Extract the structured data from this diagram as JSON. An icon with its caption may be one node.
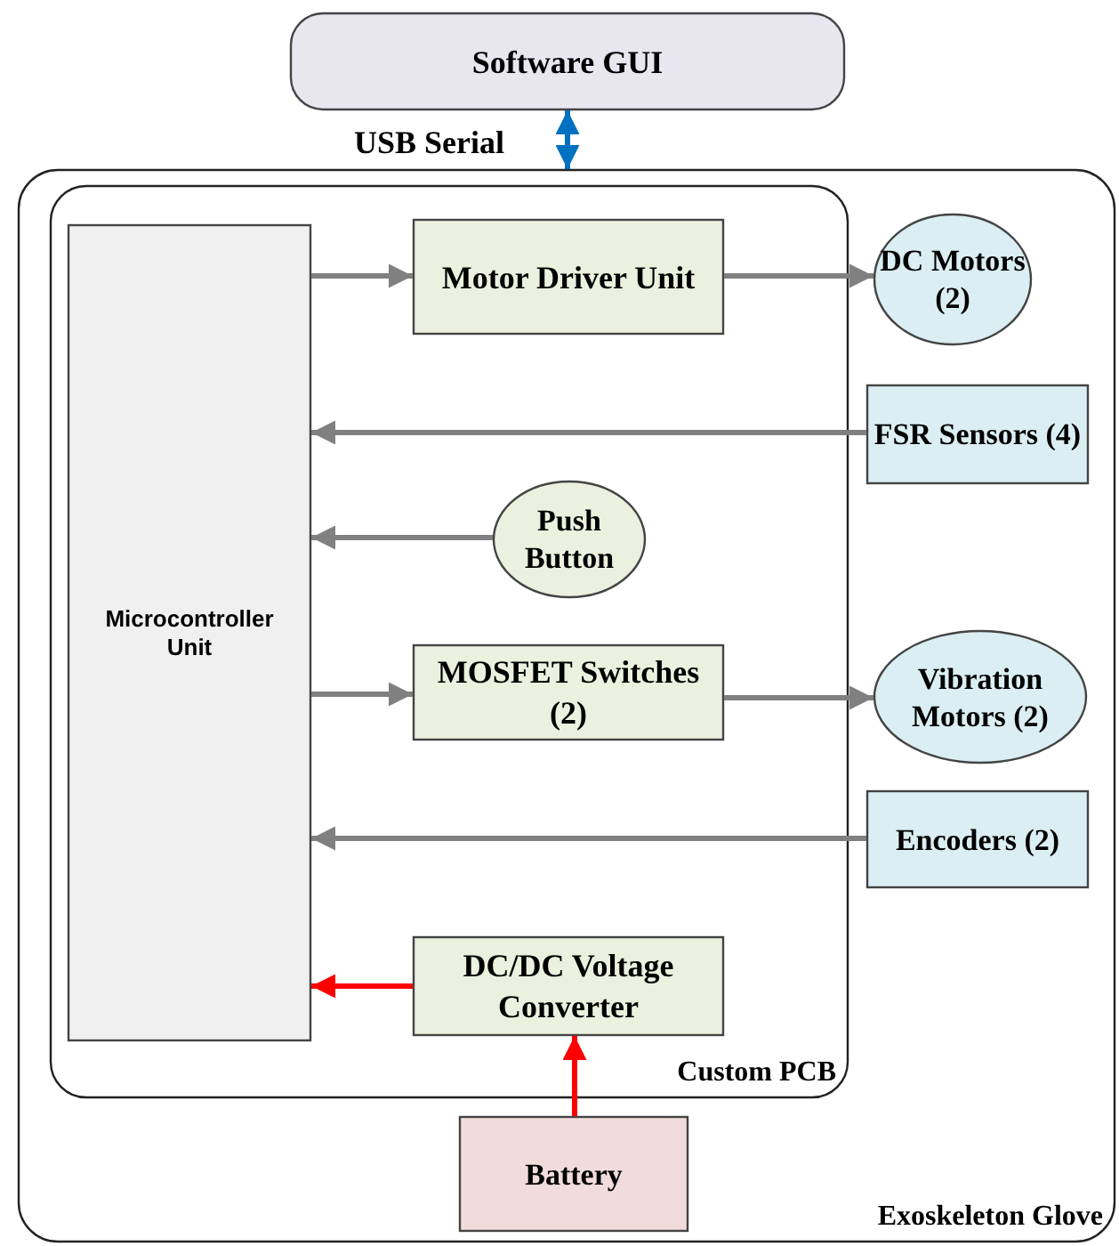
{
  "diagram": {
    "nodes": [
      {
        "text": [
          "Software GUI"
        ]
      },
      {
        "text": [
          "Exoskeleton Glove"
        ]
      },
      {
        "text": [
          "Custom PCB"
        ],
        "in": 1
      },
      {
        "text": [
          "Microcontroller Unit"
        ],
        "in": 2
      },
      {
        "text": [
          "Motor Driver Unit"
        ],
        "in": 2
      },
      {
        "text": [
          "Push Button"
        ],
        "in": 2
      },
      {
        "text": [
          "MOSFET Switches (2)"
        ],
        "in": 2
      },
      {
        "text": [
          "DC/DC Voltage Converter"
        ],
        "in": 2
      },
      {
        "text": [
          "DC Motors (2)"
        ],
        "in": 1
      },
      {
        "text": [
          "FSR Sensors (4)"
        ],
        "in": 1
      },
      {
        "text": [
          "Vibration Motors (2)"
        ],
        "in": 1
      },
      {
        "text": [
          "Encoders (2)"
        ],
        "in": 1
      },
      {
        "text": [
          "Battery"
        ],
        "in": 1
      }
    ],
    "edges": [
      {
        "from": 0,
        "to": 1,
        "arrow": "both",
        "label": "USB Serial",
        "color": "#0070c0"
      },
      {
        "from": 3,
        "to": 4,
        "arrow": "to"
      },
      {
        "from": 4,
        "to": 8,
        "arrow": "to"
      },
      {
        "from": 9,
        "to": 3,
        "arrow": "to"
      },
      {
        "from": 5,
        "to": 3,
        "arrow": "to"
      },
      {
        "from": 3,
        "to": 6,
        "arrow": "to"
      },
      {
        "from": 6,
        "to": 10,
        "arrow": "to"
      },
      {
        "from": 11,
        "to": 3,
        "arrow": "to"
      },
      {
        "from": 7,
        "to": 3,
        "arrow": "to",
        "color": "#ff0000"
      },
      {
        "from": 12,
        "to": 7,
        "arrow": "to",
        "color": "#ff0000"
      }
    ]
  }
}
